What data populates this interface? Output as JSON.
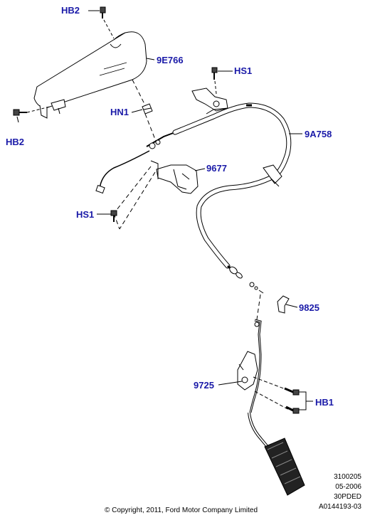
{
  "diagram": {
    "callouts": {
      "hb2_top": "HB2",
      "part_9e766": "9E766",
      "hs1_top": "HS1",
      "hb2_left": "HB2",
      "hn1": "HN1",
      "part_9a758": "9A758",
      "part_9677": "9677",
      "hs1_left": "HS1",
      "part_9825": "9825",
      "part_9725": "9725",
      "hb1": "HB1"
    },
    "info": {
      "line1": "3100205",
      "line2": "05-2006",
      "line3": "30PDED",
      "line4": "A0144193-03"
    },
    "copyright": "© Copyright, 2011, Ford Motor Company Limited",
    "label_color": "#1a1aa8"
  }
}
